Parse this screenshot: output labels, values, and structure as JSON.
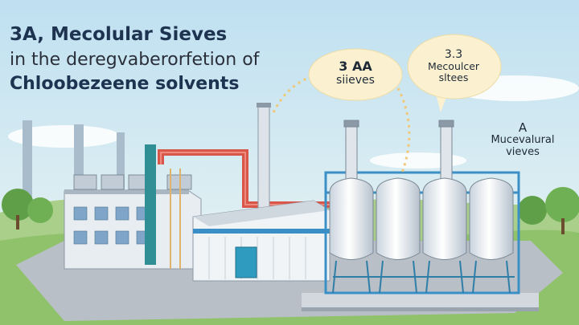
{
  "title": {
    "line1": "3A, Mecolular Sieves",
    "line2": "in the deregvaberorfetion of",
    "line3": "Chloobezeene solvents"
  },
  "callouts": [
    {
      "line1": "3 AA",
      "line2": "siieves"
    },
    {
      "line1": "3.3",
      "line2": "Mecoulcer",
      "line3": "sltees"
    },
    {
      "line1": "A",
      "line2": "Mucevalural",
      "line3": "vieves"
    }
  ],
  "colors": {
    "sky_top": "#bfe0f1",
    "sky_bottom": "#eaf4f4",
    "grass": "#8fc26a",
    "pipe_red": "#d9574a",
    "pipe_teal": "#2f8f95",
    "tank_frame": "#3a8fc6",
    "bubble_fill": "#fbf1d0",
    "title_text": "#1d3350"
  }
}
